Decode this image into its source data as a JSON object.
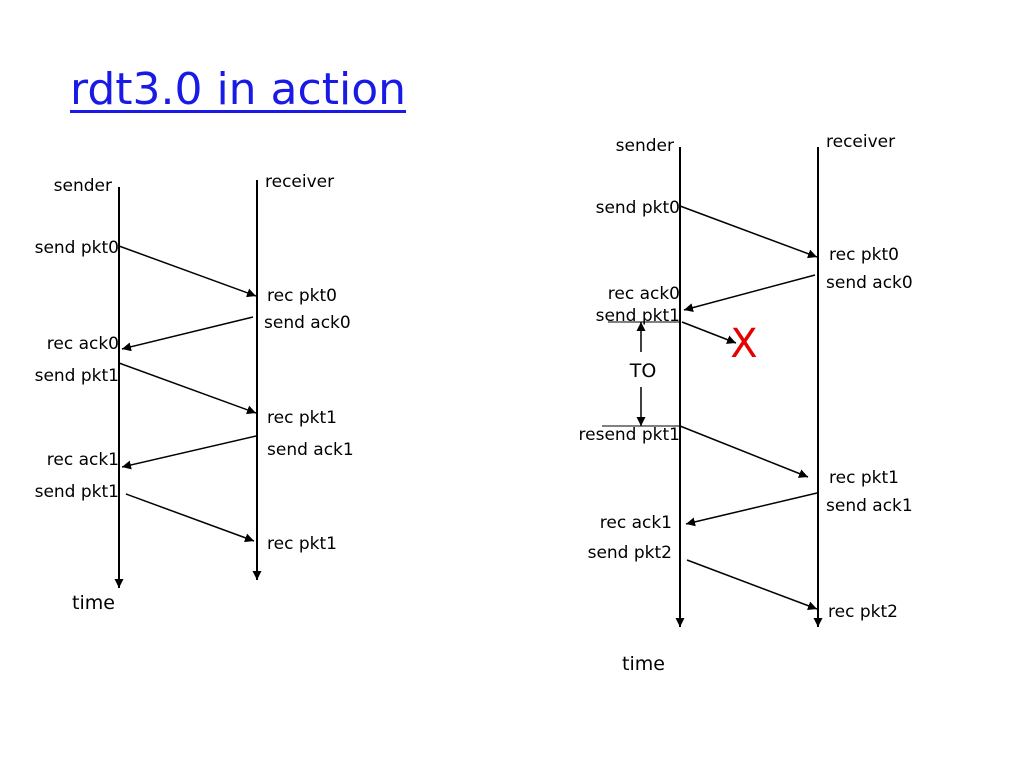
{
  "title": "rdt3.0 in action",
  "colors": {
    "title": "#1a1ae6",
    "line": "#000000",
    "loss_mark": "#e60000"
  },
  "left": {
    "sender": "sender",
    "receiver": "receiver",
    "time": "time",
    "send_pkt0": "send pkt0",
    "rec_pkt0": "rec pkt0",
    "send_ack0": "send ack0",
    "rec_ack0": "rec ack0",
    "send_pkt1_a": "send pkt1",
    "rec_pkt1_a": "rec pkt1",
    "send_ack1": "send ack1",
    "rec_ack1": "rec ack1",
    "send_pkt1_b": "send pkt1",
    "rec_pkt1_b": "rec pkt1"
  },
  "right": {
    "sender": "sender",
    "receiver": "receiver",
    "time": "time",
    "send_pkt0": "send pkt0",
    "rec_pkt0": "rec pkt0",
    "send_ack0": "send ack0",
    "rec_ack0": "rec ack0",
    "send_pkt1": "send pkt1",
    "loss": "X",
    "timeout": "TO",
    "resend_pkt1": "resend pkt1",
    "rec_pkt1": "rec pkt1",
    "send_ack1": "send ack1",
    "rec_ack1": "rec ack1",
    "send_pkt2": "send pkt2",
    "rec_pkt2": "rec pkt2"
  }
}
